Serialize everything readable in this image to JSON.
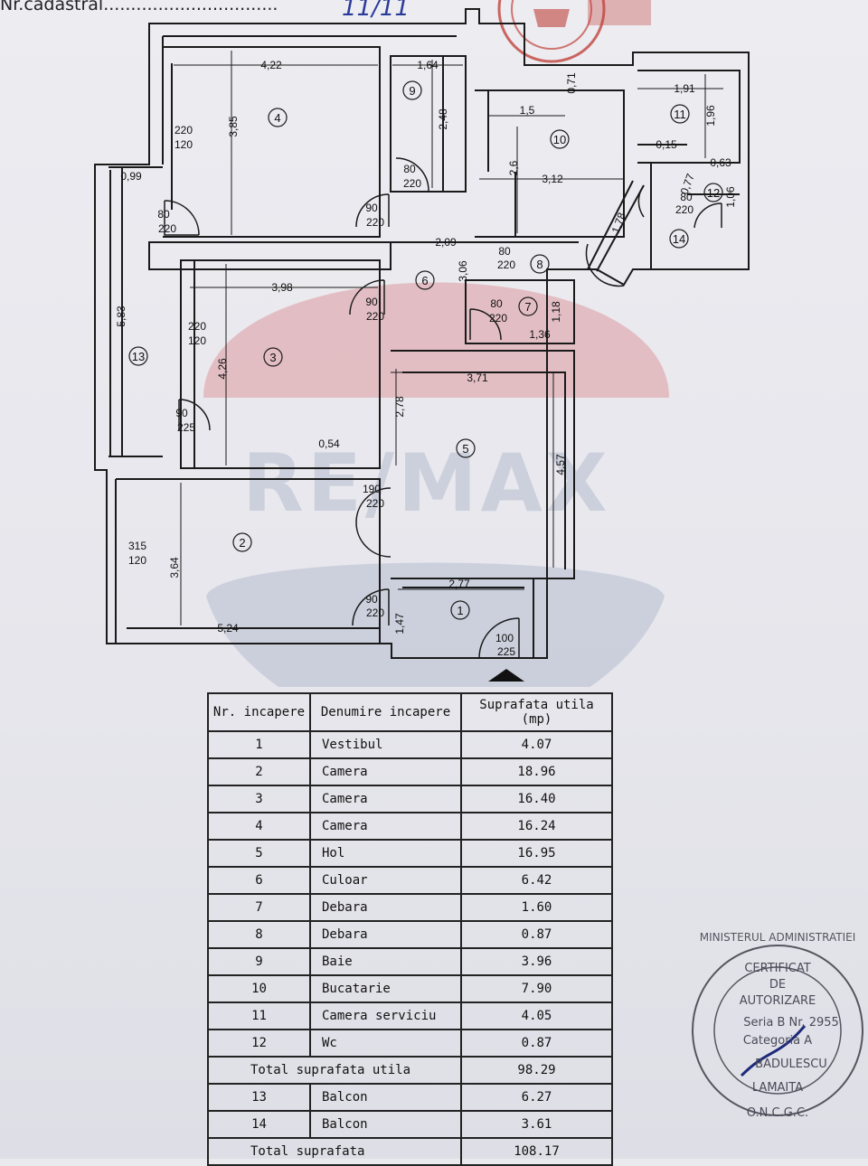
{
  "header": {
    "cadastral_label": "Nr.cadastral................................",
    "handwritten": "11/11"
  },
  "watermark": {
    "brand": "RE/MAX"
  },
  "plan": {
    "rooms": [
      "1",
      "2",
      "3",
      "4",
      "5",
      "6",
      "7",
      "8",
      "9",
      "10",
      "11",
      "12",
      "13",
      "14"
    ],
    "dims": {
      "d422": "4,22",
      "d164": "1,64",
      "d191": "1,91",
      "d071": "0,71",
      "d15": "1,5",
      "d196": "1,96",
      "d385": "3,85",
      "d248": "2,48",
      "d26": "2,6",
      "d312": "3,12",
      "d015": "0,15",
      "d063": "0,63",
      "d077": "0,77",
      "d106": "1,06",
      "d178": "1,78",
      "d099": "0,99",
      "d209": "2,09",
      "d306": "3,06",
      "d398": "3,98",
      "d583": "5,83",
      "d426": "4,26",
      "d118": "1,18",
      "d136": "1,36",
      "d371": "3,71",
      "d278": "2,78",
      "d054": "0,54",
      "d457": "4,57",
      "d364": "3,64",
      "d277": "2,77",
      "d147": "1,47",
      "d524": "5,24"
    },
    "doors": {
      "a1": "220",
      "a2": "120",
      "b1": "80",
      "b2": "220",
      "c1": "80",
      "c2": "220",
      "e1": "90",
      "e2": "220",
      "f1": "80",
      "f2": "220",
      "g1": "80",
      "g2": "220",
      "h1": "90",
      "h2": "220",
      "i1": "80",
      "i2": "220",
      "j1": "220",
      "j2": "120",
      "k1": "90",
      "k2": "225",
      "l1": "190",
      "l2": "220",
      "m1": "315",
      "m2": "120",
      "n1": "90",
      "n2": "220",
      "o1": "100",
      "o2": "225"
    }
  },
  "table": {
    "headers": [
      "Nr. incapere",
      "Denumire incapere",
      "Suprafata utila (mp)"
    ],
    "rows": [
      {
        "nr": "1",
        "name": "Vestibul",
        "area": "4.07"
      },
      {
        "nr": "2",
        "name": "Camera",
        "area": "18.96"
      },
      {
        "nr": "3",
        "name": "Camera",
        "area": "16.40"
      },
      {
        "nr": "4",
        "name": "Camera",
        "area": "16.24"
      },
      {
        "nr": "5",
        "name": "Hol",
        "area": "16.95"
      },
      {
        "nr": "6",
        "name": "Culoar",
        "area": "6.42"
      },
      {
        "nr": "7",
        "name": "Debara",
        "area": "1.60"
      },
      {
        "nr": "8",
        "name": "Debara",
        "area": "0.87"
      },
      {
        "nr": "9",
        "name": "Baie",
        "area": "3.96"
      },
      {
        "nr": "10",
        "name": "Bucatarie",
        "area": "7.90"
      },
      {
        "nr": "11",
        "name": "Camera serviciu",
        "area": "4.05"
      },
      {
        "nr": "12",
        "name": "Wc",
        "area": "0.87"
      }
    ],
    "total_util": {
      "label": "Total suprafata utila",
      "area": "98.29"
    },
    "balconies": [
      {
        "nr": "13",
        "name": "Balcon",
        "area": "6.27"
      },
      {
        "nr": "14",
        "name": "Balcon",
        "area": "3.61"
      }
    ],
    "total": {
      "label": "Total suprafata",
      "area": "108.17"
    }
  },
  "stamp": {
    "ring": "MINISTERUL ADMINISTRATIEI",
    "l1": "CERTIFICAT",
    "l2": "DE",
    "l3": "AUTORIZARE",
    "l4": "Seria B  Nr. 2955",
    "l5": "Categoria A",
    "l6": "BADULESCU",
    "l7": "LAMAITA",
    "bottom": "O.N.C.G.C."
  }
}
